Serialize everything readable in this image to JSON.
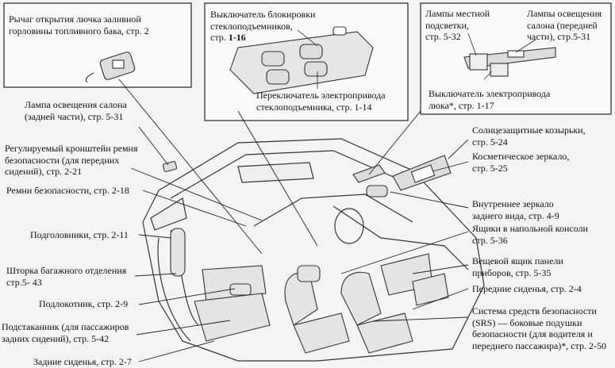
{
  "labels": {
    "fuel_door": "Рычаг открытия лючка заливной\nгорловины топливного бака, стр. 2",
    "window_lock": "Выключатель блокировки\nстеклоподъемников,\nстр. ",
    "window_lock_page": "1-16",
    "spot_lamps": "Лампы местной\nподсветки,\nстр. 5-32",
    "interior_front": "Лампы освещения\nсалона (передней\nчасти), стр.5-31",
    "window_switch": "Переключатель электропривода\nстеклоподъемника, стр. 1-14",
    "moonroof": "Выключатель электропривода\nлюка*, стр. 1-17",
    "interior_rear": "Лампа освещения салона\n(задней части), стр. 5-31",
    "sunvisors": "Солнцезащитные козырьки,\nстр. 5-24",
    "vanity": "Косметическое зеркало,\nстр. 5-25",
    "belt_anchor": "Регулируемый кронштейн ремня\nбезопасности (для передних\nсидений), стр. 2-21",
    "seatbelts": "Ремни безопасности, стр. 2-18",
    "mirror": "Внутреннее зеркало\nзаднего вида, стр. 4-9",
    "console": "Ящики в напольной консоли\nстр. 5-36",
    "headrests": "Подголовники, стр. 2-11",
    "glovebox": "Вещевой ящик панели\nприборов, стр. 5-35",
    "cargo_cover": "Шторка багажного отделения\nстр.5- 43",
    "front_seats": "Передние сиденья, стр. 2-4",
    "armrest": "Подлокотник, стр. 2-9",
    "srs": "Система средств безопасности\n(SRS) — боковые подушки\nбезопасности (для водителя и\nпереднего пассажира)*, стр. 2-50",
    "cupholder": "Подстаканник (для пассажиров\nзадних сидений), стр. 5-42",
    "rear_seats": "Задние сиденья, стр. 2-7"
  }
}
